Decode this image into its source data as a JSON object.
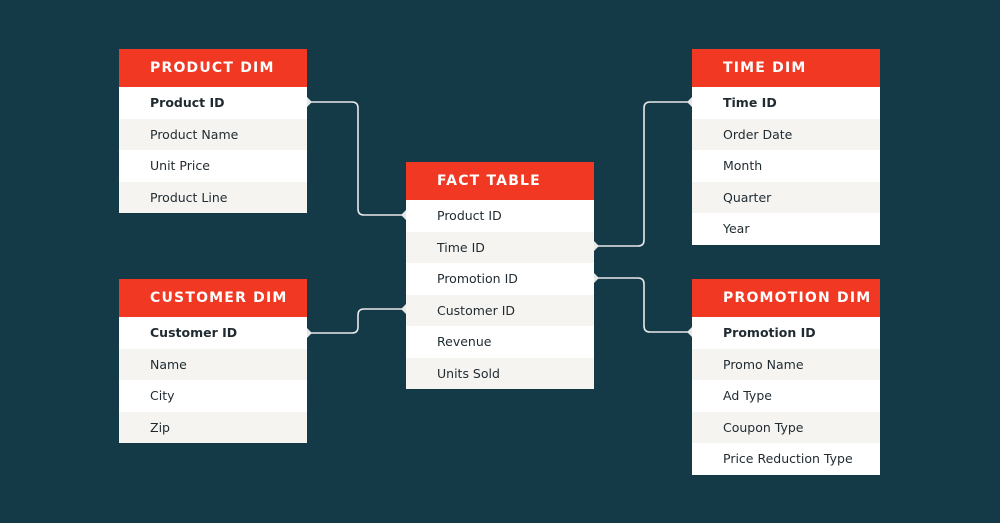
{
  "tables": {
    "product": {
      "title": "PRODUCT DIM",
      "fields": [
        "Product ID",
        "Product Name",
        "Unit Price",
        "Product Line"
      ]
    },
    "customer": {
      "title": "CUSTOMER DIM",
      "fields": [
        "Customer ID",
        "Name",
        "City",
        "Zip"
      ]
    },
    "fact": {
      "title": "FACT TABLE",
      "fields": [
        "Product ID",
        "Time ID",
        "Promotion ID",
        "Customer ID",
        "Revenue",
        "Units Sold"
      ]
    },
    "time": {
      "title": "TIME DIM",
      "fields": [
        "Time ID",
        "Order Date",
        "Month",
        "Quarter",
        "Year"
      ]
    },
    "promotion": {
      "title": "PROMOTION DIM",
      "fields": [
        "Promotion ID",
        "Promo Name",
        "Ad Type",
        "Coupon Type",
        "Price Reduction Type"
      ]
    }
  },
  "colors": {
    "background": "#143a48",
    "header": "#f03823",
    "connector": "#e8e8e8"
  }
}
